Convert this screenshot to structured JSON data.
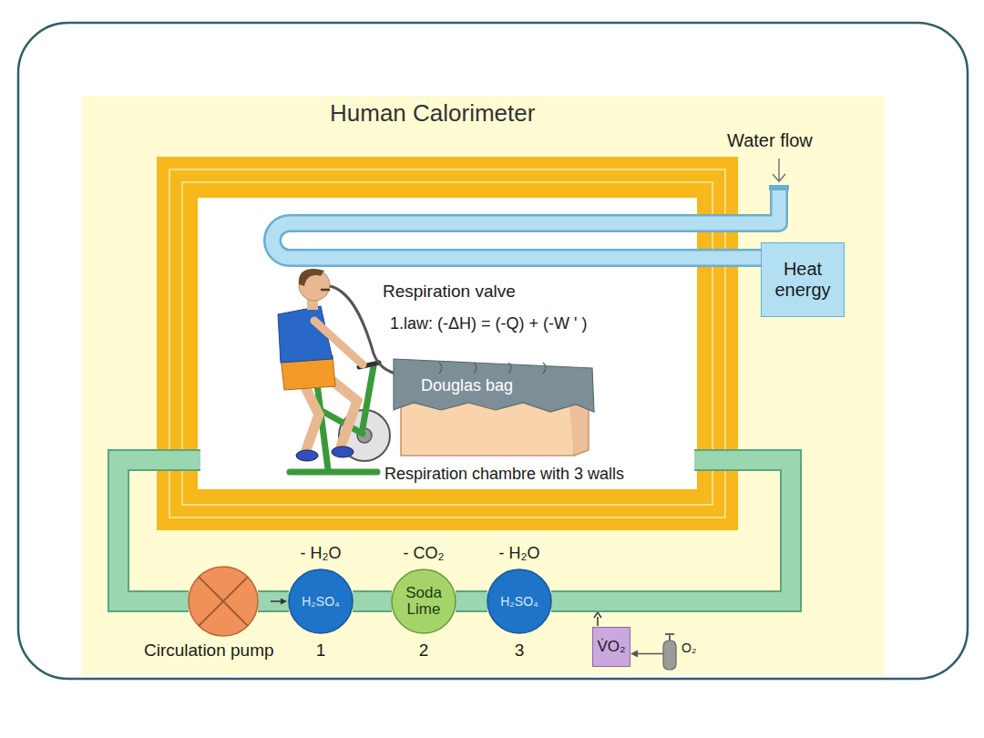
{
  "diagram": {
    "title": "Human Calorimeter",
    "nodes": [
      {
        "text": [
          "Respiration chambre with 3 walls"
        ]
      },
      {
        "text": [
          "Douglas bag"
        ],
        "in": 0
      },
      {
        "text": [
          "Heat energy"
        ]
      },
      {
        "text": [
          "Circulation pump"
        ]
      },
      {
        "text": [
          "- H₂O",
          "H₂SO₄",
          "1"
        ]
      },
      {
        "text": [
          "- CO₂",
          "Soda Lime",
          "2"
        ]
      },
      {
        "text": [
          "- H₂O",
          "H₂SO₄",
          "3"
        ]
      },
      {
        "text": [
          "V̇O₂"
        ]
      },
      {
        "text": [
          "O₂"
        ]
      }
    ],
    "edges": [
      {
        "from": 0,
        "to": 3,
        "arrow": "none"
      },
      {
        "from": 3,
        "to": 4,
        "arrow": "to"
      },
      {
        "from": 4,
        "to": 5,
        "arrow": "none"
      },
      {
        "from": 5,
        "to": 6,
        "arrow": "none"
      },
      {
        "from": 6,
        "to": 0,
        "arrow": "none"
      },
      {
        "from": 0,
        "to": 2,
        "arrow": "none"
      },
      {
        "from": 8,
        "to": 7,
        "arrow": "to"
      }
    ],
    "labels": [
      "Water flow",
      "Respiration valve",
      "1.law: (-ΔH) = (-Q) + (-W ' )"
    ]
  }
}
